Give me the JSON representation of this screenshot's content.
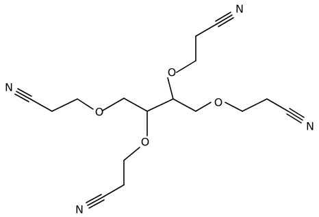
{
  "molecule": {
    "atoms": {
      "N_top": "N",
      "N_left": "N",
      "N_right": "N",
      "N_bottom": "N",
      "O_top": "O",
      "O_left": "O",
      "O_right": "O",
      "O_bottom": "O"
    },
    "colors": {
      "bond": "#000000",
      "label": "#000000",
      "background": "#ffffff"
    }
  }
}
